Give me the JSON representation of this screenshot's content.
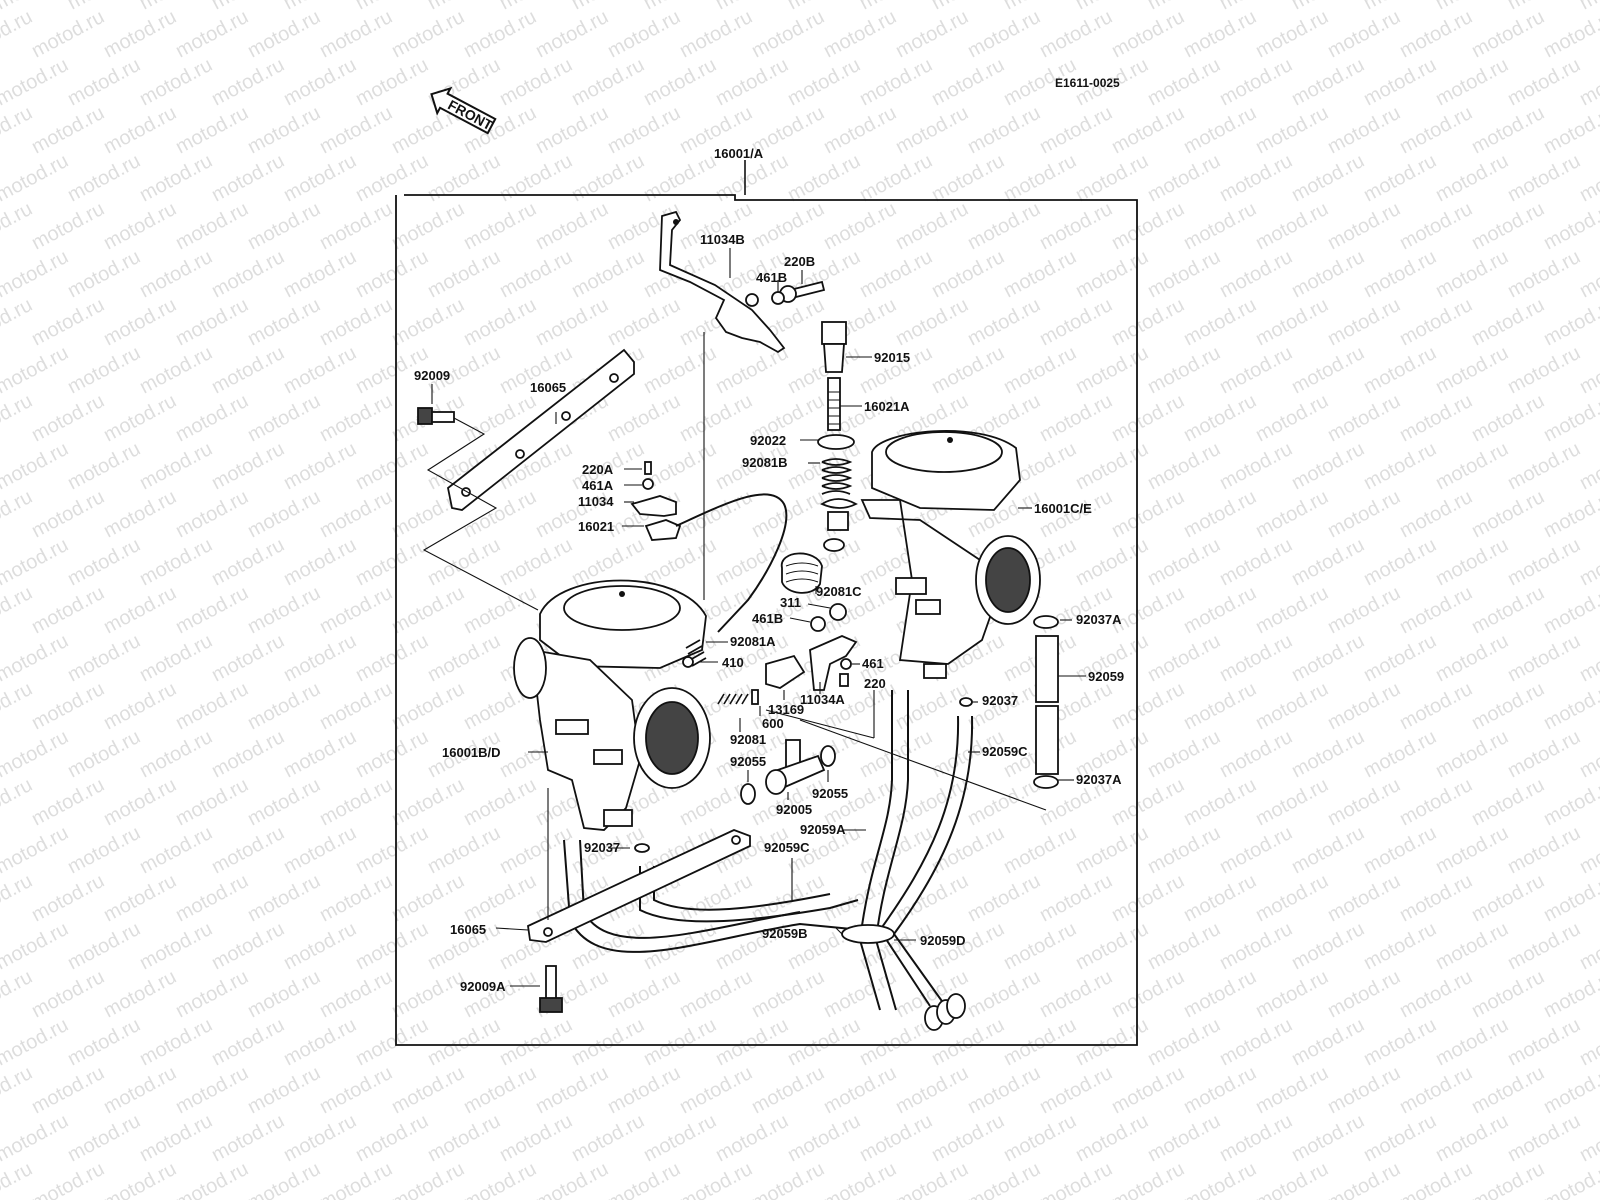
{
  "diagram": {
    "code": "E1611-0025",
    "front_label": "FRONT",
    "watermark": "motod.ru",
    "assembly_label": "16001/A",
    "labels": {
      "p11034B": "11034B",
      "p220B": "220B",
      "p461B_top": "461B",
      "p92015": "92015",
      "p92009": "92009",
      "p16065_top": "16065",
      "p16021A": "16021A",
      "p92022": "92022",
      "p92081B": "92081B",
      "p220A": "220A",
      "p461A": "461A",
      "p11034": "11034",
      "p16021": "16021",
      "p16001CE": "16001C/E",
      "p92081C": "92081C",
      "p311": "311",
      "p461B_mid": "461B",
      "p92037A_top": "92037A",
      "p92081A": "92081A",
      "p410": "410",
      "p461": "461",
      "p220": "220",
      "p92059": "92059",
      "p11034A": "11034A",
      "p13169": "13169",
      "p600": "600",
      "p92037_right": "92037",
      "p92081": "92081",
      "p16001BD": "16001B/D",
      "p92059C_right": "92059C",
      "p92055_left": "92055",
      "p92055_right": "92055",
      "p92037A_bottom": "92037A",
      "p92005": "92005",
      "p92059A": "92059A",
      "p92037_left": "92037",
      "p92059C_bottom": "92059C",
      "p16065_bottom": "16065",
      "p92059B": "92059B",
      "p92059D": "92059D",
      "p92009A": "92009A"
    }
  }
}
